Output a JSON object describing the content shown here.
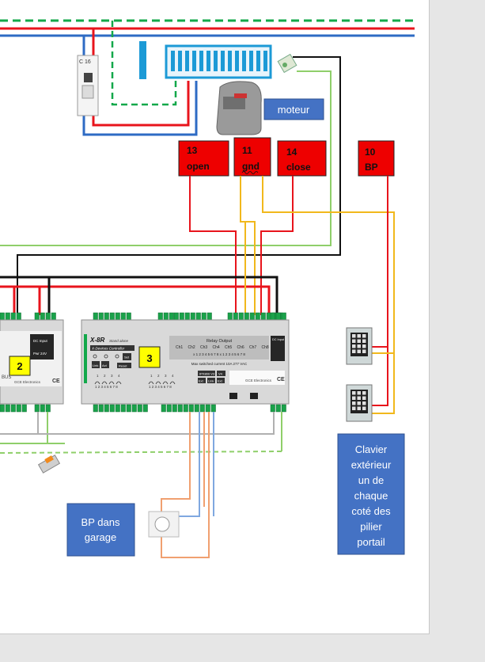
{
  "breaker": {
    "label": "C 16"
  },
  "labels": {
    "motor": "moteur",
    "t13_num": "13",
    "t13_name": "open",
    "t11_num": "11",
    "t11_name": "gnd",
    "t14_num": "14",
    "t14_name": "close",
    "t10_num": "10",
    "t10_name": "BP",
    "bp_garage": [
      "BP dans",
      "garage"
    ],
    "keypad_note": [
      "Clavier",
      "extérieur",
      "un de",
      "chaque",
      "coté des",
      "pilier",
      "portail"
    ]
  },
  "module2": {
    "badge": "2",
    "dc_input": "DC Input",
    "pwr": "Pwr 24V",
    "brand": "GCE Electronics",
    "bus": "BUS",
    "ce": "CE"
  },
  "module3": {
    "badge": "3",
    "model": "X-8R",
    "model_sub": "Stand alone",
    "controller": "X-Devices Controller",
    "btn_link": "Link",
    "btn_act": "Act",
    "btn_set": "Set",
    "btn_reset": "Reset",
    "relay_title": "Relay Output",
    "relay_channels": [
      "Ch1",
      "Ch2",
      "Ch3",
      "Ch4",
      "Ch5",
      "Ch6",
      "Ch7",
      "Ch8"
    ],
    "relay_nums": "x 1 2 3 4 5 6 7 8  x 1 2 3 4 5 6 7 8",
    "max_current": "Max switched current 10A 277 VAC",
    "input_nums": [
      "1",
      "2",
      "3",
      "4"
    ],
    "input_terms": "1 2 3 4 5 6 7 8",
    "ipx": "IPX800 V3",
    "v4": "V4",
    "ext": "Ext",
    "link": "Link",
    "ext2": "Ext",
    "brand": "GCE Electronics",
    "dc_input": "DC Input",
    "ce": "CE"
  },
  "colors": {
    "red": "#e8141c",
    "blue": "#2e6bc4",
    "green_dash": "#12a84a",
    "yellow": "#f1b81c",
    "light_green": "#8fcf6a",
    "orange": "#f0a070",
    "light_blue": "#7fa8e0",
    "callout_red": "#ee0000",
    "callout_blue": "#4472c4",
    "badge_yellow": "#ffff00"
  }
}
